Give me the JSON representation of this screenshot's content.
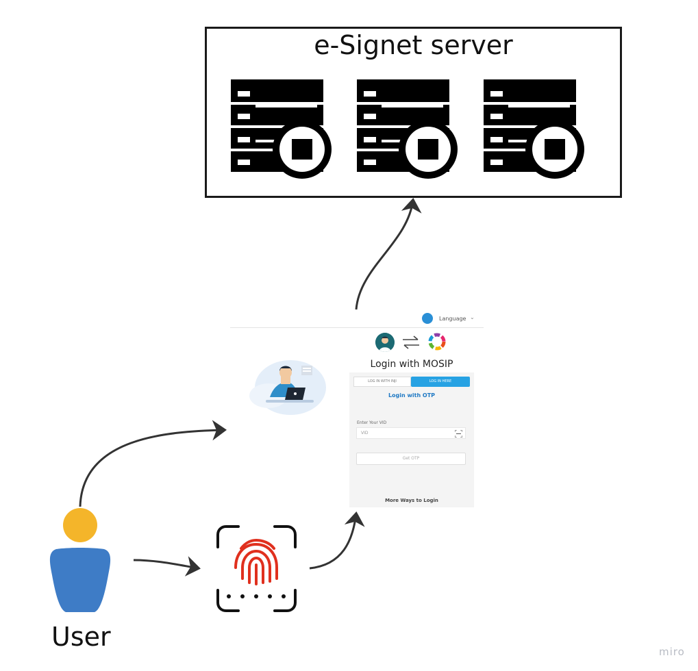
{
  "server": {
    "title": "e-Signet server",
    "server_count": 3
  },
  "user": {
    "label": "User"
  },
  "watermark": "miro",
  "login": {
    "language_label": "Language",
    "title": "Login with MOSIP",
    "tabs": [
      {
        "label": "LOG IN WITH INJI",
        "active": false
      },
      {
        "label": "LOG IN HERE",
        "active": true
      }
    ],
    "otp_heading": "Login with OTP",
    "vid_label": "Enter Your VID",
    "vid_placeholder": "VID",
    "get_otp_label": "Get OTP",
    "more_ways": "More Ways to Login"
  },
  "colors": {
    "accent": "#27a2e3",
    "user_head": "#f4b52a",
    "user_body": "#3e7cc6",
    "fingerprint": "#e0301e"
  },
  "edges": [
    {
      "from": "login-page",
      "to": "server"
    },
    {
      "from": "user",
      "to": "illustration"
    },
    {
      "from": "user",
      "to": "fingerprint"
    },
    {
      "from": "fingerprint",
      "to": "login-page"
    }
  ]
}
